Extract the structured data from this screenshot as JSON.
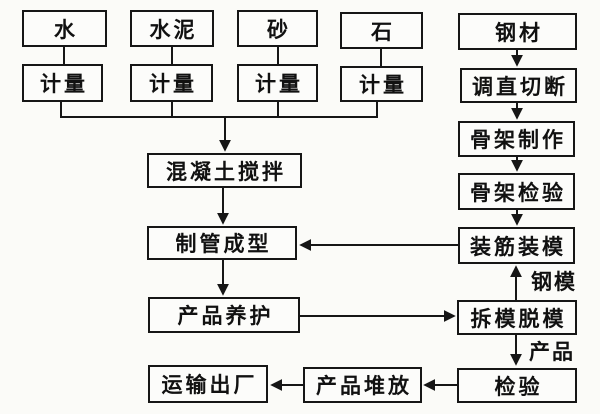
{
  "flowchart": {
    "nodes": {
      "water": "水",
      "cement": "水泥",
      "sand": "砂",
      "stone": "石",
      "steel": "钢材",
      "measure_water": "计量",
      "measure_cement": "计量",
      "measure_sand": "计量",
      "measure_stone": "计量",
      "straighten_cut": "调直切断",
      "frame_making": "骨架制作",
      "frame_inspection": "骨架检验",
      "install_rebar_mold": "装筋装模",
      "concrete_mixing": "混凝土搅拌",
      "pipe_forming": "制管成型",
      "product_curing": "产品养护",
      "demolding": "拆模脱模",
      "inspection": "检验",
      "product_stacking": "产品堆放",
      "transport_out": "运输出厂"
    },
    "edge_labels": {
      "steel_mold": "钢模",
      "product": "产品"
    },
    "palette": {
      "line_color": "#161616",
      "background": "#fbfbf8",
      "box_fill": "#fcfcfa"
    }
  }
}
